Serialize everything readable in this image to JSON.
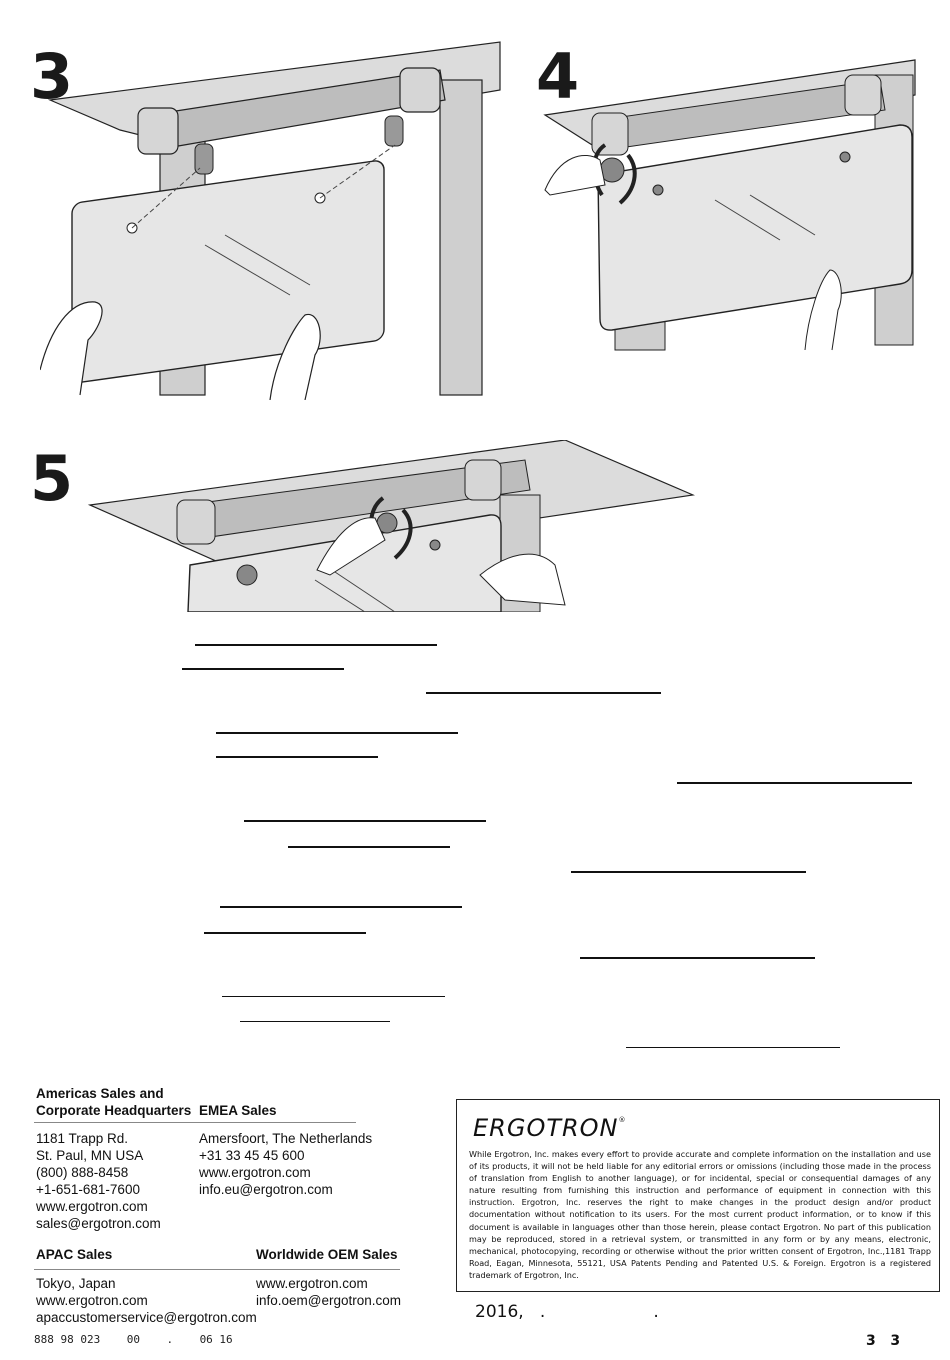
{
  "steps": [
    {
      "number": "3"
    },
    {
      "number": "4"
    },
    {
      "number": "5"
    }
  ],
  "contacts": {
    "americas": {
      "heading_line1": "Americas Sales and",
      "heading_line2": "Corporate Headquarters",
      "lines": [
        "1181 Trapp Rd.",
        "St. Paul, MN USA",
        "(800) 888-8458",
        "+1-651-681-7600",
        "www.ergotron.com",
        "sales@ergotron.com"
      ]
    },
    "emea": {
      "heading": "EMEA Sales",
      "lines": [
        "Amersfoort, The Netherlands",
        "+31 33 45 45 600",
        "www.ergotron.com",
        "info.eu@ergotron.com"
      ]
    },
    "apac": {
      "heading": "APAC Sales",
      "lines": [
        "Tokyo, Japan",
        "www.ergotron.com",
        "apaccustomerservice@ergotron.com"
      ]
    },
    "oem": {
      "heading": "Worldwide OEM Sales",
      "lines": [
        "www.ergotron.com",
        "info.oem@ergotron.com"
      ]
    }
  },
  "legal": {
    "logo": "ERGOTRON",
    "logo_mark": "®",
    "text": "While Ergotron, Inc. makes every effort to provide accurate and complete information on the installation and use of its products, it will not be held liable for any editorial errors or omissions (including those made in the process of translation from English to another language), or for incidental, special or consequential damages of any nature resulting from furnishing this instruction and performance of equipment in connection with this instruction. Ergotron, Inc. reserves the right to make changes in the product design and/or product documentation without notification to its users. For the most current product information, or to know if this document is available in languages other than those herein, please contact Ergotron. No part of this publication may be reproduced, stored in a retrieval system, or transmitted in any form or by any means, electronic, mechanical, photocopying, recording or otherwise without the prior written consent of Ergotron, Inc.,1181 Trapp Road, Eagan, Minnesota, 55121, USA Patents Pending and Patented U.S. & Foreign. Ergotron is a registered trademark of Ergotron, Inc."
  },
  "footer": {
    "year": "2016",
    "year_punct": ",   .                    .",
    "doc_number": "888 98 023    00    .    06 16",
    "page_a": "3",
    "page_b": "3"
  },
  "colors": {
    "panel_fill": "#e6e6e6",
    "frame_fill": "#c9c9c9",
    "line": "#222222"
  }
}
